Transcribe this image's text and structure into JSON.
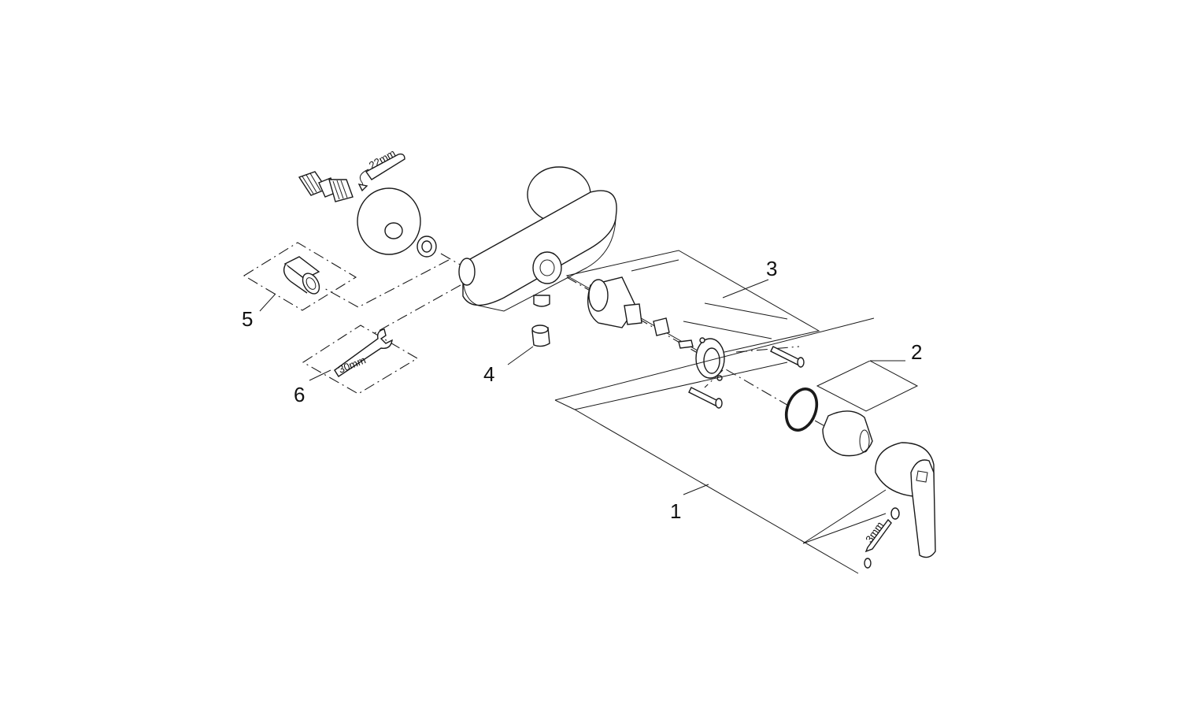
{
  "diagram": {
    "callouts": [
      {
        "id": "1",
        "label": "1"
      },
      {
        "id": "2",
        "label": "2"
      },
      {
        "id": "3",
        "label": "3"
      },
      {
        "id": "4",
        "label": "4"
      },
      {
        "id": "5",
        "label": "5"
      },
      {
        "id": "6",
        "label": "6"
      }
    ],
    "tool_labels": {
      "wrench_22": "22mm",
      "wrench_30": "30mm",
      "hex_key_3": "3mm"
    },
    "colors": {
      "line": "#1a1a1a",
      "background": "#ffffff"
    }
  }
}
